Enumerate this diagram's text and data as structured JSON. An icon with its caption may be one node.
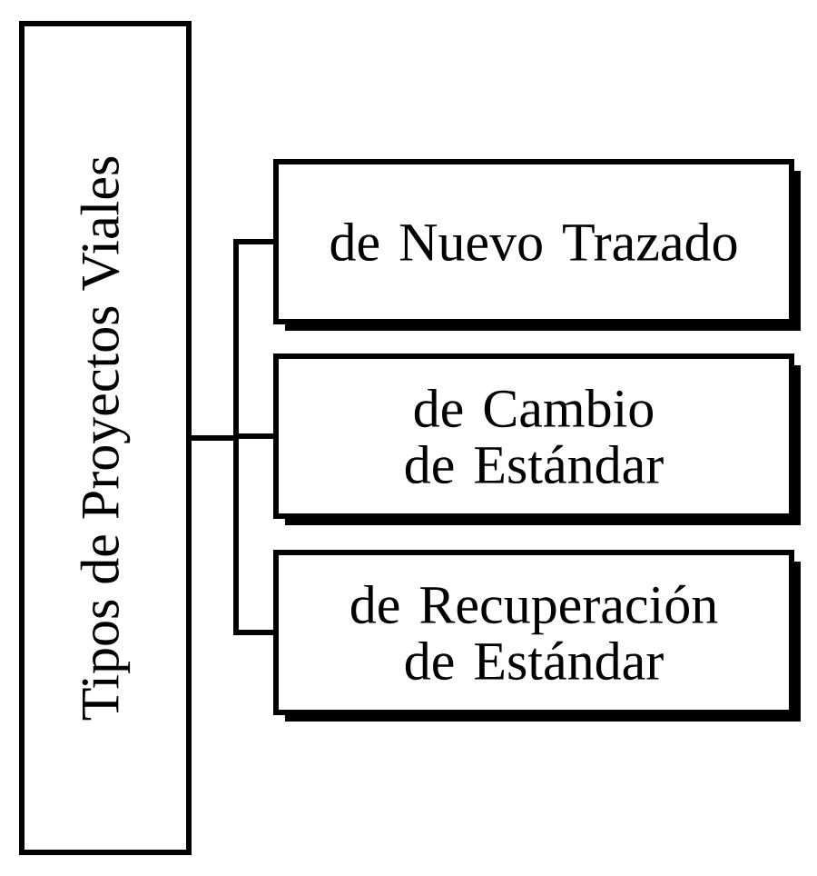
{
  "diagram": {
    "nodes": [
      {
        "text": [
          "Tipos de Proyectos Viales"
        ]
      },
      {
        "text": [
          "de Nuevo Trazado"
        ]
      },
      {
        "text": [
          "de Cambio de Estándar"
        ]
      },
      {
        "text": [
          "de Recuperación de Estándar"
        ]
      }
    ],
    "edges": [
      {
        "from": 0,
        "to": 1,
        "arrow": "none"
      },
      {
        "from": 0,
        "to": 2,
        "arrow": "none"
      },
      {
        "from": 0,
        "to": 3,
        "arrow": "none"
      }
    ]
  }
}
